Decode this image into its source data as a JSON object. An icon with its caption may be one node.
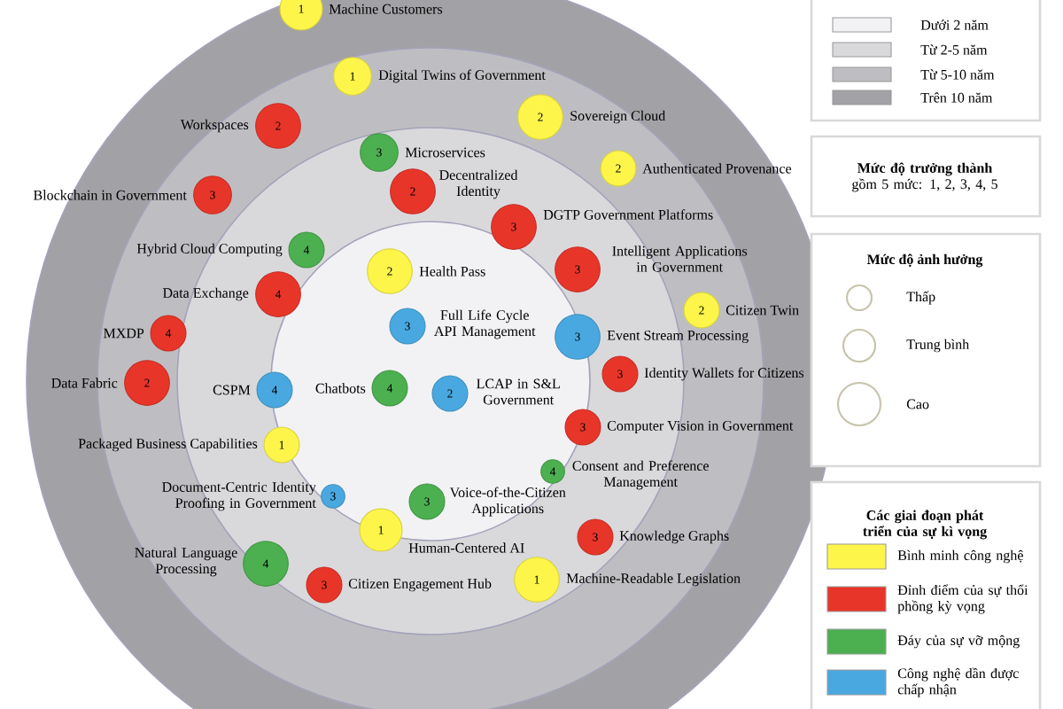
{
  "diagram": {
    "nodes": [
      {
        "text": [
          "1"
        ],
        "beside": [
          "Machine Customers"
        ]
      },
      {
        "text": [
          "1"
        ],
        "beside": [
          "Digital Twins of Government"
        ]
      },
      {
        "text": [
          "2"
        ],
        "beside": [
          "Sovereign Cloud"
        ]
      },
      {
        "text": [
          "2"
        ],
        "beside": [
          "Workspaces"
        ]
      },
      {
        "text": [
          "3"
        ],
        "beside": [
          "Microservices"
        ]
      },
      {
        "text": [
          "2"
        ],
        "beside": [
          "Authenticated Provenance"
        ]
      },
      {
        "text": [
          "2"
        ],
        "beside": [
          "Decentralized Identity"
        ]
      },
      {
        "text": [
          "3"
        ],
        "beside": [
          "Blockchain in Government"
        ]
      },
      {
        "text": [
          "3"
        ],
        "beside": [
          "DGTP Government Platforms"
        ]
      },
      {
        "text": [
          "4"
        ],
        "beside": [
          "Hybrid Cloud Computing"
        ]
      },
      {
        "text": [
          "3"
        ],
        "beside": [
          "Intelligent Applications in Government"
        ]
      },
      {
        "text": [
          "2"
        ],
        "beside": [
          "Health Pass"
        ]
      },
      {
        "text": [
          "4"
        ],
        "beside": [
          "Data Exchange"
        ]
      },
      {
        "text": [
          "2"
        ],
        "beside": [
          "Citizen Twin"
        ]
      },
      {
        "text": [
          "3"
        ],
        "beside": [
          "Full Life Cycle API Management"
        ]
      },
      {
        "text": [
          "3"
        ],
        "beside": [
          "Event Stream Processing"
        ]
      },
      {
        "text": [
          "4"
        ],
        "beside": [
          "MXDP"
        ]
      },
      {
        "text": [
          "3"
        ],
        "beside": [
          "Identity Wallets for Citizens"
        ]
      },
      {
        "text": [
          "2"
        ],
        "beside": [
          "Data Fabric"
        ]
      },
      {
        "text": [
          "4"
        ],
        "beside": [
          "CSPM"
        ]
      },
      {
        "text": [
          "4"
        ],
        "beside": [
          "Chatbots"
        ]
      },
      {
        "text": [
          "2"
        ],
        "beside": [
          "LCAP in S&L Government"
        ]
      },
      {
        "text": [
          "3"
        ],
        "beside": [
          "Computer Vision in Government"
        ]
      },
      {
        "text": [
          "1"
        ],
        "beside": [
          "Packaged Business Capabilities"
        ]
      },
      {
        "text": [
          "4"
        ],
        "beside": [
          "Consent and Preference Management"
        ]
      },
      {
        "text": [
          "3"
        ],
        "beside": [
          "Document-Centric Identity Proofing in Government"
        ]
      },
      {
        "text": [
          "3"
        ],
        "beside": [
          "Voice-of-the-Citizen Applications"
        ]
      },
      {
        "text": [
          "1"
        ],
        "beside": [
          "Human-Centered AI"
        ]
      },
      {
        "text": [
          "3"
        ],
        "beside": [
          "Knowledge Graphs"
        ]
      },
      {
        "text": [
          "4"
        ],
        "beside": [
          "Natural Language Processing"
        ]
      },
      {
        "text": [
          "3"
        ],
        "beside": [
          "Citizen Engagement Hub"
        ]
      },
      {
        "text": [
          "1"
        ],
        "beside": [
          "Machine-Readable Legislation"
        ]
      }
    ],
    "labels": [
      "**Mức độ trưởng thành** gồm 5 mức: 1, 2, 3, 4, 5",
      "Mức độ ảnh hưởng",
      "Các giai đoạn phát triển của sự kì vọng"
    ],
    "legend": [
      {
        "text": "Dưới 2 năm",
        "color": "#f2f2f5"
      },
      {
        "text": "Từ 2-5 năm",
        "color": "#d9d9dc"
      },
      {
        "text": "Từ 5-10 năm",
        "color": "#bebec2"
      },
      {
        "text": "Trên 10 năm",
        "color": "#a2a2a6"
      },
      {
        "text": "Thấp"
      },
      {
        "text": "Trung bình"
      },
      {
        "text": "Cao"
      },
      {
        "text": "Bình minh công nghệ",
        "color": "#fdf54a"
      },
      {
        "text": "Đỉnh điểm của sự thổi phồng kỳ vọng",
        "color": "#e8352a"
      },
      {
        "text": "Đáy của sự vỡ mộng",
        "color": "#4caf50"
      },
      {
        "text": "Công nghệ dần được chấp nhận",
        "color": "#4aa8e0"
      }
    ]
  }
}
